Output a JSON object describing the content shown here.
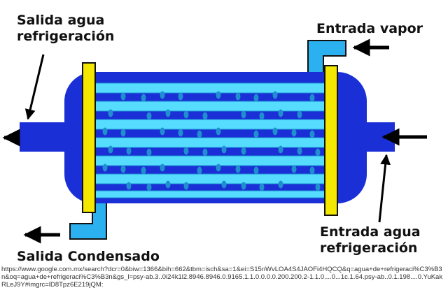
{
  "labels": {
    "salida_agua_line1": "Salida agua",
    "salida_agua_line2": "refrigeración",
    "entrada_vapor": "Entrada vapor",
    "entrada_agua_line1": "Entrada agua",
    "entrada_agua_line2": "refrigeración",
    "salida_condensado": "Salida Condensado"
  },
  "source_url": "https://www.google.com.mx/search?dcr=0&biw=1366&bih=662&tbm=isch&sa=1&ei=S15nWvLOA4S4JAOFi4HQCQ&q=agua+de+refrigeraci%C3%B3n&oq=agua+de+refrigeraci%C3%B3n&gs_l=psy-ab.3..0i24k1l2.8946.8946.0.9165.1.1.0.0.0.0.200.200.2-1.1.0....0...1c.1.64.psy-ab..0.1.198....0.YuKakRLeJ9Y#imgrc=lD8Tpz6E219jQM:",
  "colors": {
    "shell": "#1a2fd6",
    "tube": "#55dcff",
    "tube_edge": "#1f8fd0",
    "droplet": "#1f8fd0",
    "plate": "#f5e800",
    "nozzle": "#2bb1f0",
    "arrow": "#000000"
  }
}
